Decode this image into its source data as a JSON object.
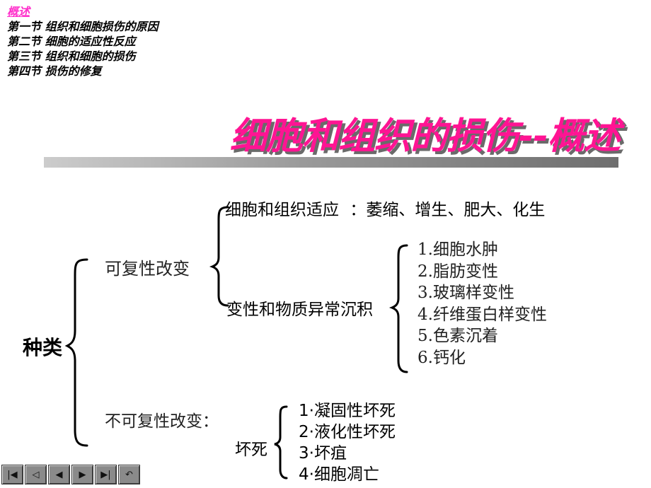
{
  "nav": {
    "items": [
      {
        "label": "概述",
        "current": true
      },
      {
        "label": "第一节 组织和细胞损伤的原因",
        "current": false
      },
      {
        "label": "第二节 细胞的适应性反应",
        "current": false
      },
      {
        "label": "第三节 组织和细胞的损伤",
        "current": false
      },
      {
        "label": "第四节 损伤的修复",
        "current": false
      }
    ]
  },
  "title": "细胞和组织的损伤--概述",
  "diagram": {
    "root": "种类",
    "reversible": {
      "label": "可复性改变",
      "adaptation": {
        "label": "细胞和组织适应",
        "separator": "：",
        "items": "萎缩、增生、肥大、化生"
      },
      "deposition": {
        "label": "变性和物质异常沉积",
        "items": [
          "1.细胞水肿",
          "2.脂肪变性",
          "3.玻璃样变性",
          "4.纤维蛋白样变性",
          "5.色素沉着",
          "6.钙化"
        ]
      }
    },
    "irreversible": {
      "label": "不可复性改变：",
      "necrosis": {
        "label": "坏死",
        "items": [
          "1·凝固性坏死",
          "2·液化性坏死",
          "3·坏疽",
          "4·细胞凋亡"
        ]
      }
    }
  },
  "toolbar": {
    "buttons": [
      {
        "name": "first-slide",
        "icon": "|◀"
      },
      {
        "name": "back",
        "icon": "◁"
      },
      {
        "name": "previous",
        "icon": "◀"
      },
      {
        "name": "next",
        "icon": "▶"
      },
      {
        "name": "last-slide",
        "icon": "▶|"
      },
      {
        "name": "return",
        "icon": "↶"
      }
    ]
  },
  "colors": {
    "accent": "#ff1493",
    "nav_current": "#ff33cc",
    "title_shadow": "#6a6a6a"
  }
}
